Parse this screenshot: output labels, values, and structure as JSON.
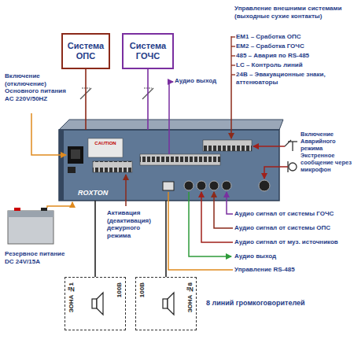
{
  "diagram": {
    "nodes": [
      {
        "text": [
          "Система ОПС"
        ]
      },
      {
        "text": [
          "Система ГОЧС"
        ]
      },
      {
        "text": [
          "ROXTON"
        ]
      },
      {
        "text": [
          "ЗОНА №1",
          "100В"
        ]
      },
      {
        "text": [
          "100В",
          "ЗОНА №8"
        ]
      }
    ],
    "edges": [
      {
        "from": 0,
        "to": 2,
        "arrow": "none"
      },
      {
        "from": 1,
        "to": 2,
        "arrow": "none"
      },
      {
        "from": 2,
        "to": 3,
        "arrow": "none"
      },
      {
        "from": 2,
        "to": 4,
        "arrow": "none"
      }
    ],
    "labels": [
      "Включение (отключение) Основного питания AC 220V/50HZ",
      "Аудио выход",
      "Управление внешними системами (выходные сухие контакты)",
      "EM1 – Сработка ОПС",
      "EM2 – Сработка ГОЧС",
      "485 – Авария по RS-485",
      "LC – Контроль линий",
      "24В – Эвакуационные знаки, аттенюаторы",
      "Включение Аварийного режима Экстренное сообщение через микрофон",
      "CAUTION",
      "Активация (деактивация) дежурного режима",
      "Аудио сигнал от системы ГОЧС",
      "Аудио сигнал от системы ОПС",
      "Аудио сигнал от муз. источников",
      "Аудио выход",
      "Управление RS-485",
      "Резервное питание DC 24V/15A",
      "8 линий громкоговорителей"
    ]
  }
}
